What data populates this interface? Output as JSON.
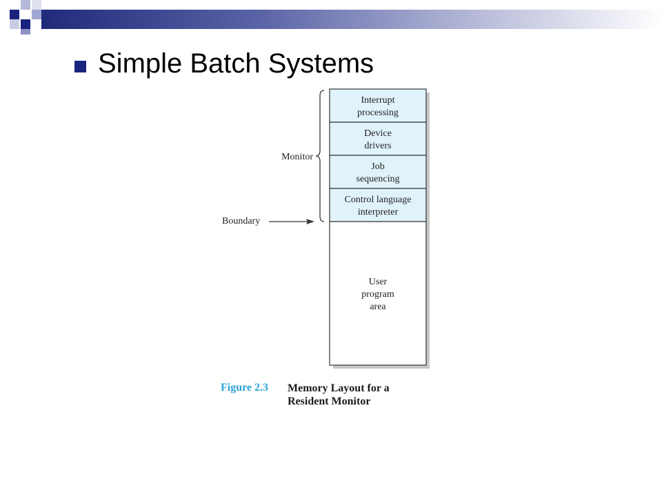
{
  "slide": {
    "title": "Simple Batch Systems",
    "accent_color": "#1a237e",
    "bullet_icon": "square-bullet"
  },
  "diagram": {
    "fill_color": "#e0f2fa",
    "stack": [
      {
        "lines": [
          "Interrupt",
          "processing"
        ],
        "group": "monitor"
      },
      {
        "lines": [
          "Device",
          "drivers"
        ],
        "group": "monitor"
      },
      {
        "lines": [
          "Job",
          "sequencing"
        ],
        "group": "monitor"
      },
      {
        "lines": [
          "Control language",
          "interpreter"
        ],
        "group": "monitor"
      },
      {
        "lines": [
          "User",
          "program",
          "area"
        ],
        "group": "user"
      }
    ],
    "monitor_label": "Monitor",
    "boundary_label": "Boundary"
  },
  "caption": {
    "label": "Figure 2.3",
    "title_lines": [
      "Memory Layout for a",
      "Resident Monitor"
    ],
    "label_color": "#29a3d6"
  }
}
